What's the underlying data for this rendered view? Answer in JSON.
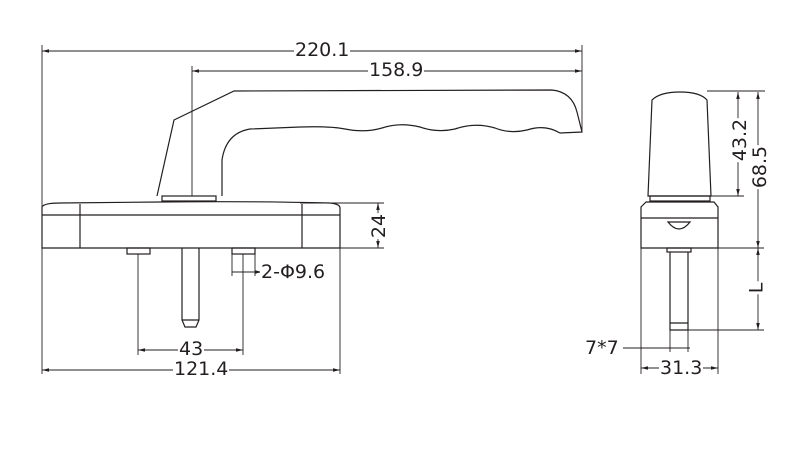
{
  "dimensions": {
    "overall_length": "220.1",
    "handle_length": "158.9",
    "base_height": "24",
    "pin_spec": "2-Φ9.6",
    "pin_spacing": "43",
    "base_length": "121.4",
    "handle_height": "43.2",
    "total_height": "68.5",
    "spindle_length": "L",
    "spindle_section": "7*7",
    "base_width": "31.3"
  }
}
